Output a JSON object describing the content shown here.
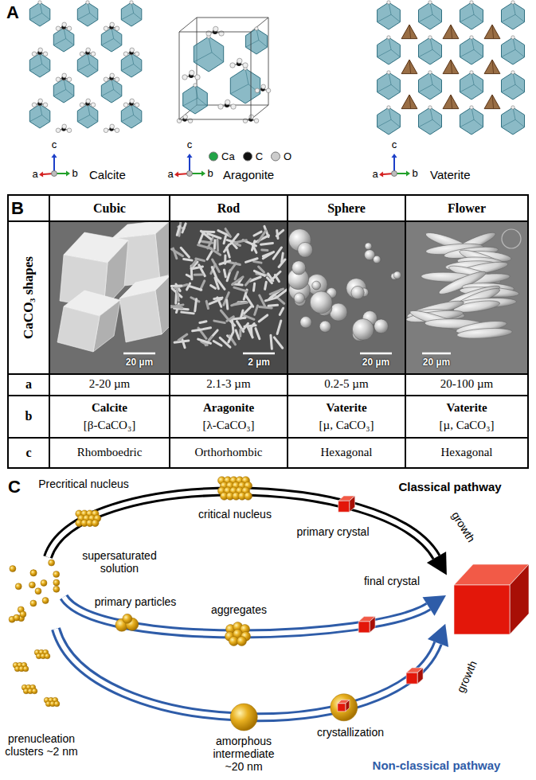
{
  "diagram": {
    "labels": [
      "A",
      "c",
      "a",
      "b",
      "Calcite",
      "c",
      "a",
      "b",
      "Aragonite",
      "c",
      "a",
      "b",
      "Vaterite",
      "B",
      "Cubic",
      "Rod",
      "Sphere",
      "Flower",
      "CaCO₃ shapes",
      "20 µm",
      "2 µm",
      "20 µm",
      "20 µm",
      "a",
      "2-20 µm",
      "2.1-3 µm",
      "0.2-5 µm",
      "20-100 µm",
      "b",
      "Calcite",
      "[β-CaCO₃]",
      "Aragonite",
      "[λ-CaCO₃]",
      "Vaterite",
      "[µ, CaCO₃]",
      "Vaterite",
      "[µ, CaCO₃]",
      "c",
      "Rhomboedric",
      "Orthorhombic",
      "Hexagonal",
      "Hexagonal",
      "C",
      "Precritical nucleus",
      "critical nucleus",
      "Classical pathway",
      "primary crystal",
      "growth",
      "supersaturated solution",
      "final crystal",
      "primary particles",
      "aggregates",
      "prenucleation clusters ~2 nm",
      "amorphous intermediate ~20 nm",
      "crystallization",
      "growth",
      "Non-classical pathway"
    ],
    "legend": [
      {
        "text": "Ca",
        "color": "#22a447"
      },
      {
        "text": "C",
        "color": "#111111"
      },
      {
        "text": "O",
        "color": "#cccccc"
      }
    ]
  }
}
